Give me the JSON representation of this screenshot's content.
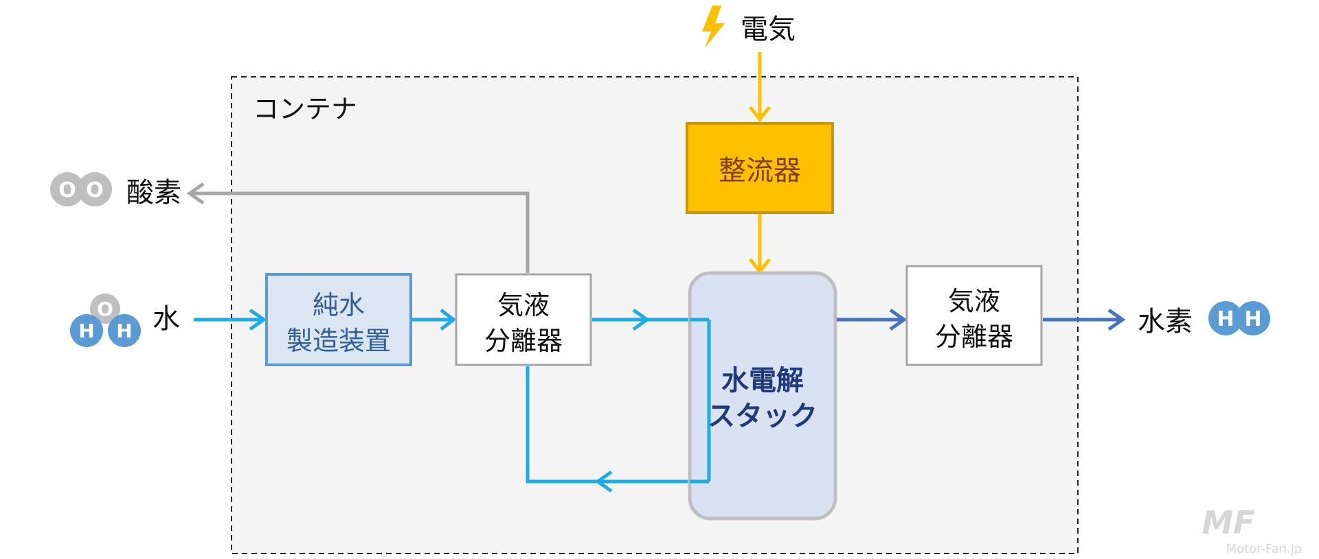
{
  "container": {
    "label": "コンテナ"
  },
  "power": {
    "label": "電気",
    "icon": "lightning-icon",
    "color": "#FFC000"
  },
  "rectifier": {
    "label": "整流器",
    "fill": "#FFC000",
    "text_color": "#7F3F00"
  },
  "pure_water_unit": {
    "line1": "純水",
    "line2": "製造装置",
    "fill": "#DCE6F2",
    "stroke": "#5B9BD5",
    "text_color": "#2E5F9A"
  },
  "separator_left": {
    "line1": "気液",
    "line2": "分離器"
  },
  "stack": {
    "line1": "水電解",
    "line2": "スタック",
    "fill": "#D9E2F3",
    "text_color": "#1F3A7A"
  },
  "separator_right": {
    "line1": "気液",
    "line2": "分離器"
  },
  "inputs": {
    "water": "水"
  },
  "outputs": {
    "oxygen": "酸素",
    "hydrogen": "水素"
  },
  "molecule_letters": {
    "oxygen": "O",
    "hydrogen": "H"
  },
  "colors": {
    "water_flow": "#1AABE8",
    "hydrogen_flow": "#4472C4",
    "oxygen_flow": "#A6A6A6",
    "power_flow": "#FFC000",
    "hydrogen_atom": "#5B9BD5",
    "oxygen_atom": "#BFBFBF"
  },
  "watermark": {
    "logo": "MF",
    "text": "Motor-Fan.jp"
  }
}
